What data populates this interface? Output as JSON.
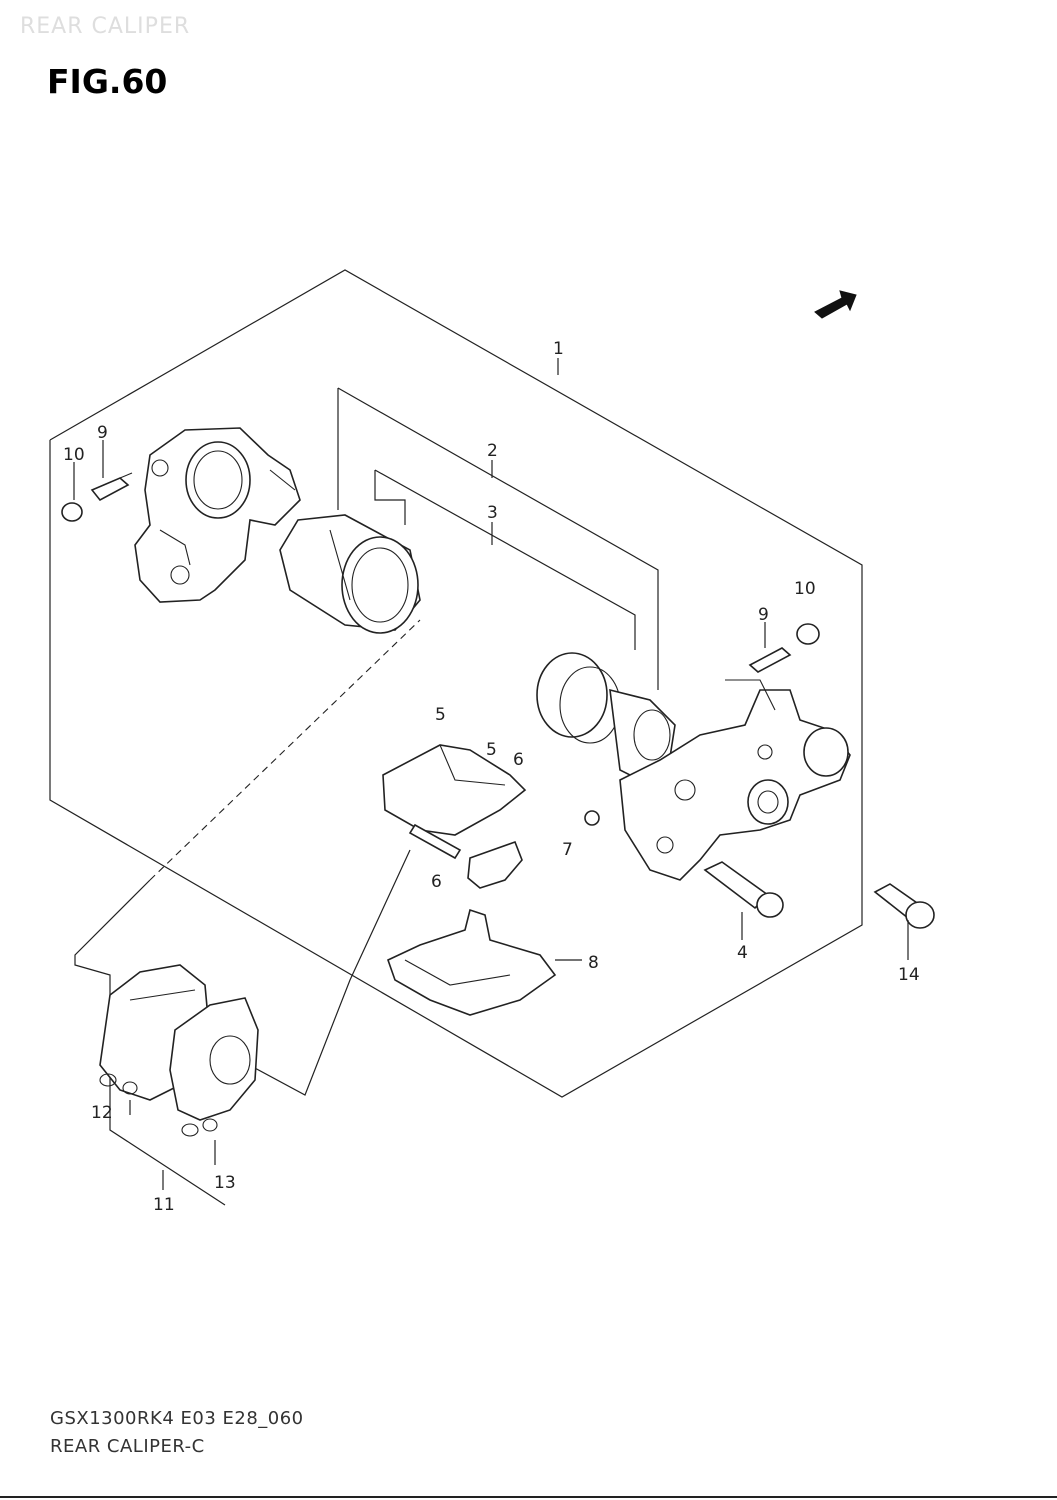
{
  "diagram": {
    "watermark_title": "REAR CALIPER",
    "figure_title": "FIG.60",
    "direction_marker": "FWD",
    "footer": {
      "code": "GSX1300RK4 E03 E28_060",
      "name": "REAR CALIPER-C"
    },
    "callouts": {
      "c1": "1",
      "c2": "2",
      "c3": "3",
      "c4": "4",
      "c5a": "5",
      "c5b": "5",
      "c6a": "6",
      "c6b": "6",
      "c7": "7",
      "c8": "8",
      "c9a": "9",
      "c9b": "9",
      "c10a": "10",
      "c10b": "10",
      "c11": "11",
      "c12": "12",
      "c13": "13",
      "c14": "14"
    }
  }
}
